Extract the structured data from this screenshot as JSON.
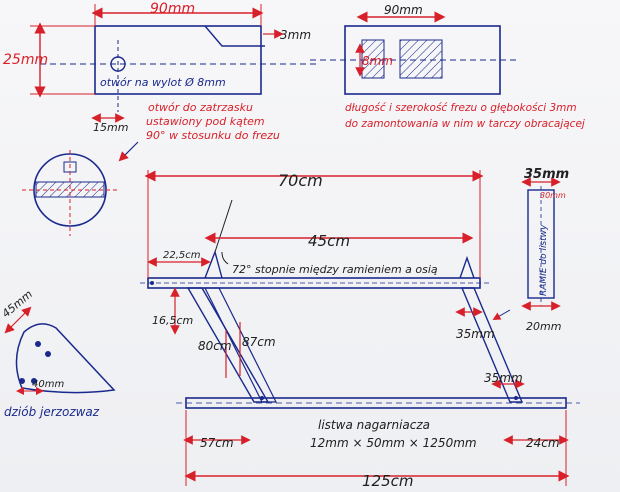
{
  "colors": {
    "ink_red": "#d8202a",
    "ink_blue": "#1a2a8c",
    "ink_black": "#202020",
    "paper": "#f4f4f6"
  },
  "top_left": {
    "width": "90mm",
    "height": "25mm",
    "thickness": "3mm",
    "hole_label": "otwór na wylot Ø 8mm",
    "hole_offset": "15mm",
    "hole_note": [
      "otwór do zatrzasku",
      "ustawiony pod kątem",
      "90° w stosunku do frezu"
    ]
  },
  "top_right": {
    "width": "90mm",
    "slot": "8mm",
    "note": [
      "długość i szerokość frezu o głębokości 3mm",
      "do zamontowania w nim w tarczy obracającej"
    ]
  },
  "main": {
    "total_width": "70cm",
    "arm_span": "45cm",
    "angle": "72° stopnie między ramieniem a osią",
    "left_offset": "22,5cm",
    "left_drop": "16,5cm",
    "leg1": "80cm",
    "leg2": "87cm",
    "right_offset": "35mm",
    "right_offset2": "35mm"
  },
  "side_bar": {
    "width": "35mm",
    "inner": "30mm",
    "label": "RAMIE do listwy",
    "bottom": "20mm"
  },
  "base": {
    "label": "listwa nagarniacza",
    "spec": "12mm × 50mm × 1250mm",
    "left": "57cm",
    "right": "24cm",
    "total": "125cm"
  },
  "claw": {
    "top_dim": "45mm",
    "hole_dim": "40mm",
    "label": "dziób jerzozwaz"
  }
}
